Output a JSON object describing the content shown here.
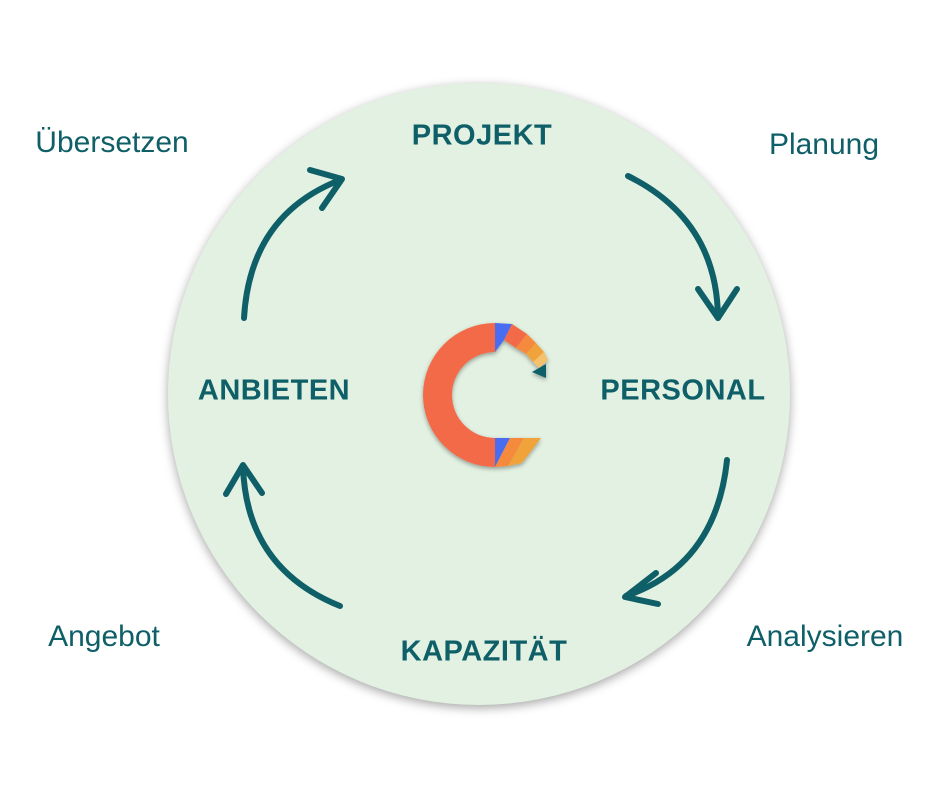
{
  "colors": {
    "teal": "#0e5f67",
    "circle_fill": "#e2f1e2",
    "logo_orange": "#f26a47",
    "logo_blue": "#4a6cf0",
    "logo_amber": "#f0a23a"
  },
  "cycle": {
    "nodes": {
      "top": "PROJEKT",
      "right": "PERSONAL",
      "bottom": "KAPAZITÄT",
      "left": "ANBIETEN"
    },
    "outer_labels": {
      "top_left": "Übersetzen",
      "top_right": "Planung",
      "bottom_right": "Analysieren",
      "bottom_left": "Angebot"
    },
    "arrows": [
      {
        "from": "ANBIETEN",
        "to": "PROJEKT"
      },
      {
        "from": "PROJEKT",
        "to": "PERSONAL"
      },
      {
        "from": "PERSONAL",
        "to": "KAPAZITÄT"
      },
      {
        "from": "KAPAZITÄT",
        "to": "ANBIETEN"
      }
    ]
  },
  "center_logo": {
    "icon": "c-logo-icon"
  }
}
